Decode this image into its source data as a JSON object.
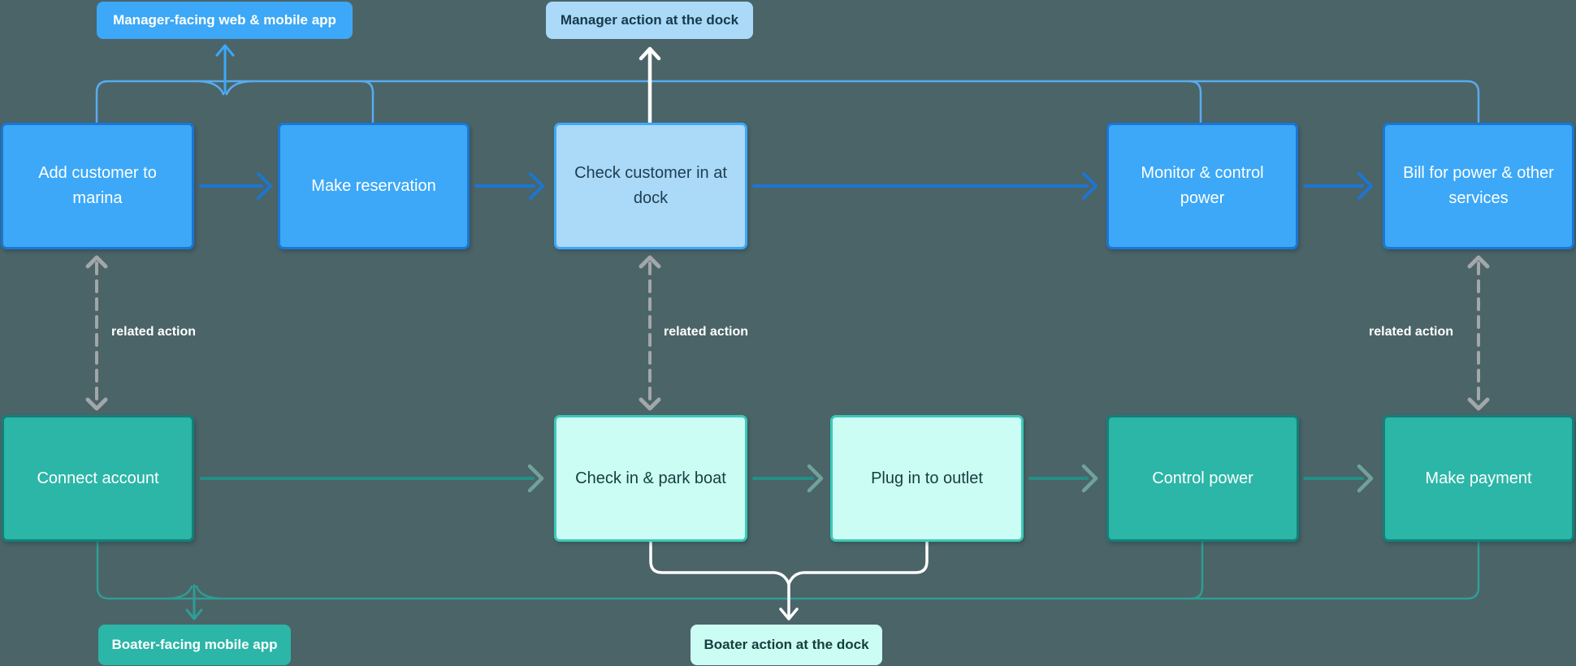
{
  "diagram": {
    "badges": {
      "manager_app": "Manager-facing web & mobile app",
      "manager_dock": "Manager action at the dock",
      "boater_app": "Boater-facing mobile app",
      "boater_dock": "Boater action at the dock"
    },
    "manager_row": [
      {
        "label": "Add customer to marina"
      },
      {
        "label": "Make reservation"
      },
      {
        "label": "Check customer in at dock"
      },
      {
        "label": "Monitor & control power"
      },
      {
        "label": "Bill for power & other services"
      }
    ],
    "boater_row": [
      {
        "label": "Connect account"
      },
      {
        "label": "Check in & park boat"
      },
      {
        "label": "Plug in to outlet"
      },
      {
        "label": "Control power"
      },
      {
        "label": "Make payment"
      }
    ],
    "connector_labels": {
      "related_action": "related action"
    },
    "colors": {
      "background": "#4B6468",
      "manager_primary": "#3CA8F7",
      "manager_border": "#1B76D3",
      "manager_light": "#ABD9F8",
      "manager_bracket": "#58ACEE",
      "boater_primary": "#2BB6A7",
      "boater_border": "#14807A",
      "boater_light": "#CCFDF5",
      "boater_bracket": "#2E9D94",
      "boater_arrow": "#238F86",
      "dashed_gray": "#A2A7A9",
      "white_arrow": "#FFFFFF"
    }
  }
}
